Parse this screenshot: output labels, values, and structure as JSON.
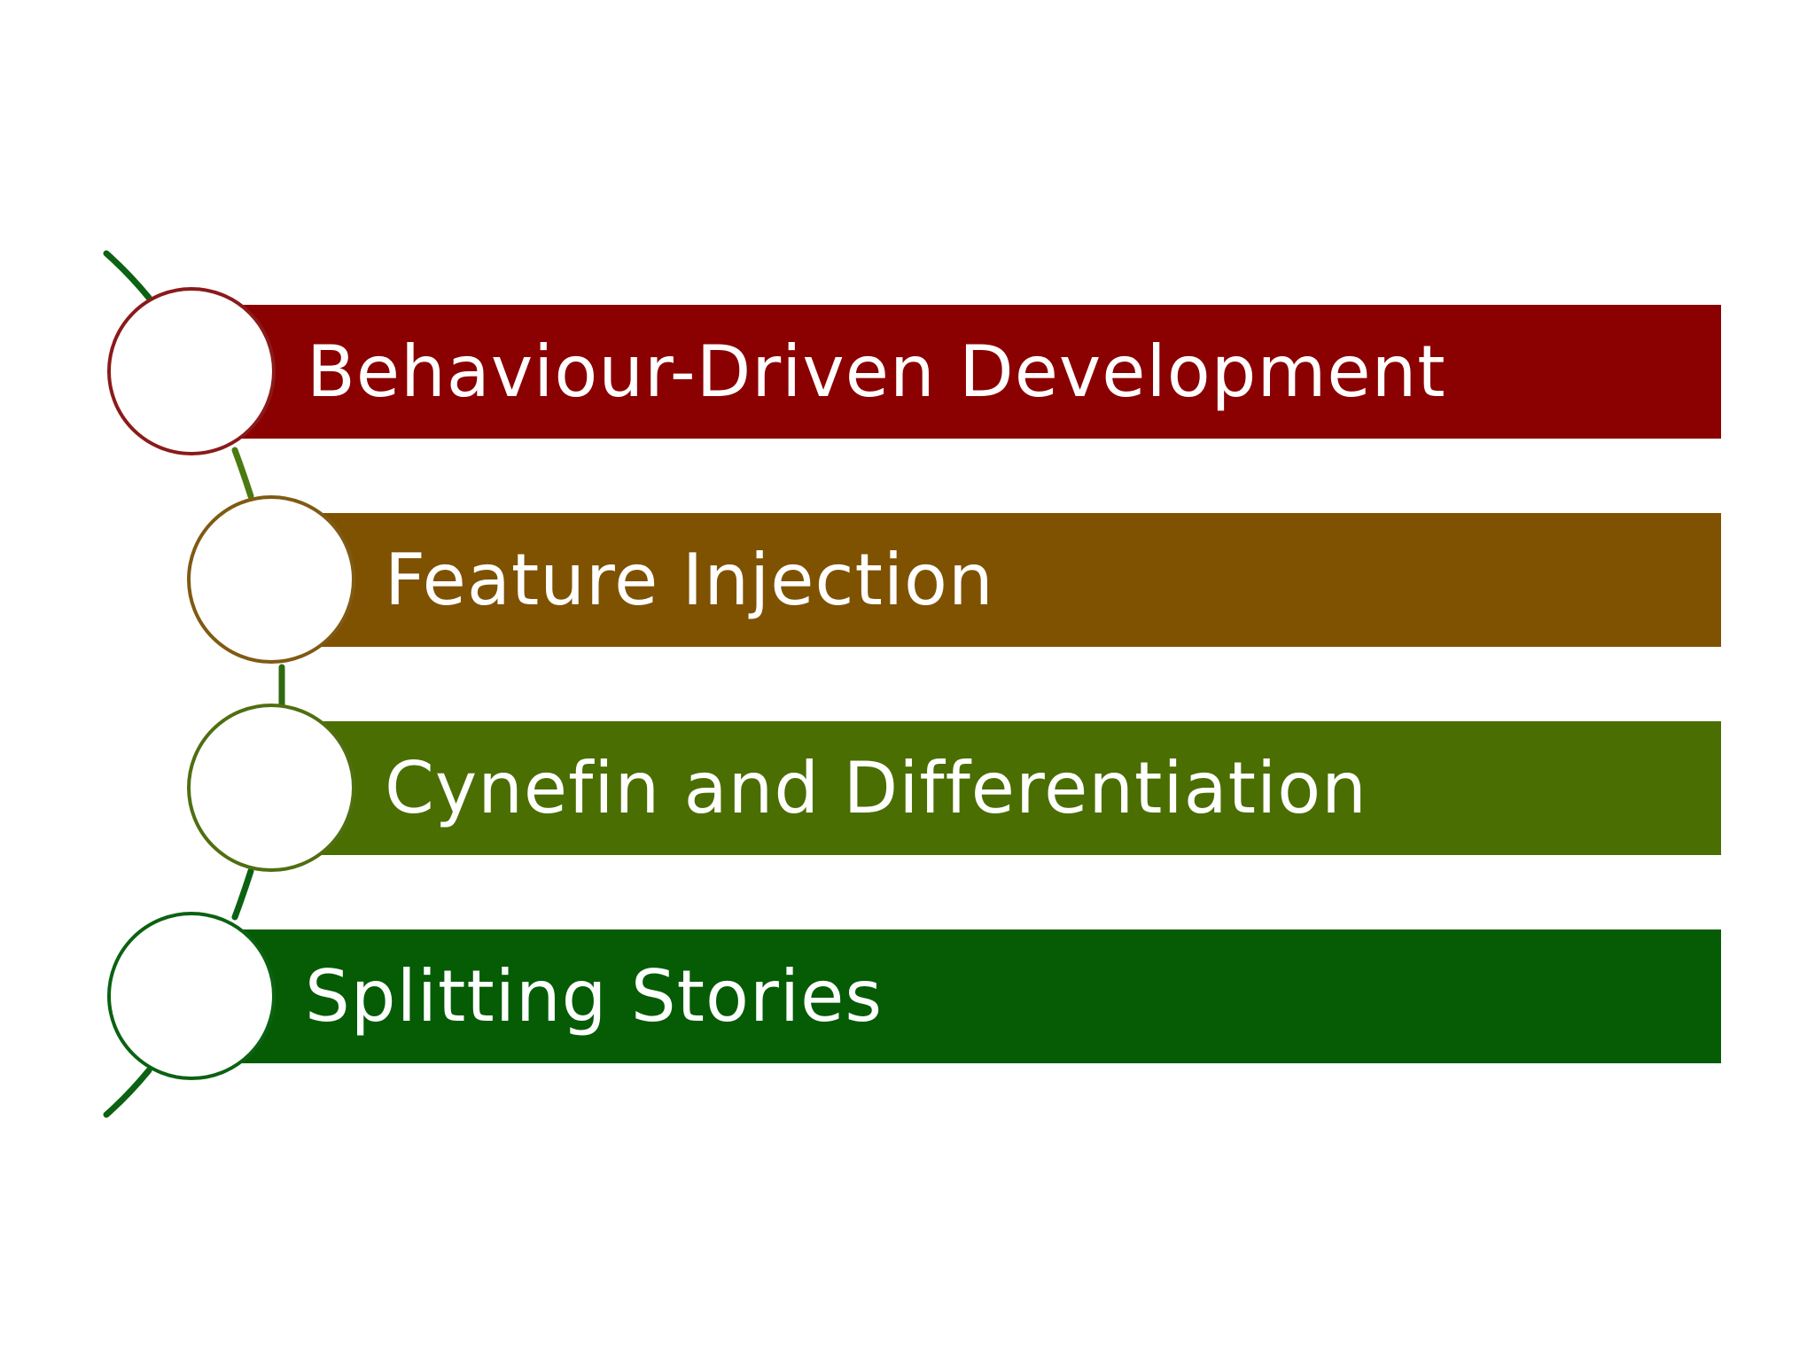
{
  "items": [
    {
      "label": "Behaviour-Driven Development",
      "color": "#8b0000",
      "circle_border": "#8b1a1a"
    },
    {
      "label": "Feature Injection",
      "color": "#7f5202",
      "circle_border": "#7f5a12"
    },
    {
      "label": "Cynefin and Differentiation",
      "color": "#4a6e02",
      "circle_border": "#4f6f10"
    },
    {
      "label": "Splitting Stories",
      "color": "#055c05",
      "circle_border": "#0b6212"
    }
  ],
  "connector_colors": [
    "#0b6212",
    "#4a7a12",
    "#2f6a10",
    "#0b6212",
    "#0b6212"
  ]
}
